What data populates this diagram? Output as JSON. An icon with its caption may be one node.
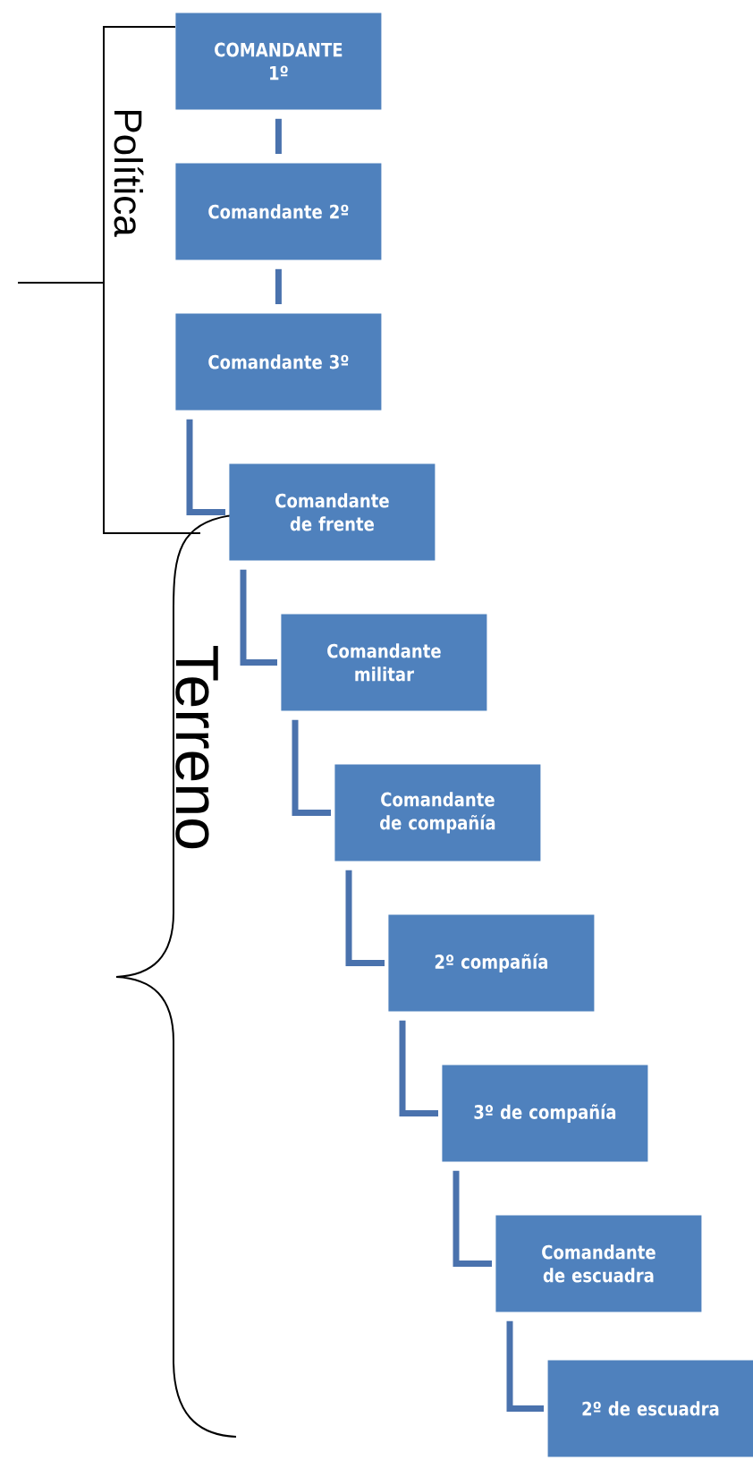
{
  "diagram": {
    "nodes": [
      {
        "text": [
          "COMANDANTE 1º"
        ]
      },
      {
        "text": [
          "Comandante 2º"
        ]
      },
      {
        "text": [
          "Comandante 3º"
        ]
      },
      {
        "text": [
          "Comandante de frente"
        ]
      },
      {
        "text": [
          "Comandante militar"
        ]
      },
      {
        "text": [
          "Comandante de compañía"
        ]
      },
      {
        "text": [
          "2º compañía"
        ]
      },
      {
        "text": [
          "3º de compañía"
        ]
      },
      {
        "text": [
          "Comandante de escuadra"
        ]
      },
      {
        "text": [
          "2º de escuadra"
        ]
      }
    ],
    "edges": [
      {
        "from": 0,
        "to": 1,
        "arrow": "none"
      },
      {
        "from": 1,
        "to": 2,
        "arrow": "none"
      },
      {
        "from": 2,
        "to": 3,
        "arrow": "none"
      },
      {
        "from": 3,
        "to": 4,
        "arrow": "none"
      },
      {
        "from": 4,
        "to": 5,
        "arrow": "none"
      },
      {
        "from": 5,
        "to": 6,
        "arrow": "none"
      },
      {
        "from": 6,
        "to": 7,
        "arrow": "none"
      },
      {
        "from": 7,
        "to": 8,
        "arrow": "none"
      },
      {
        "from": 8,
        "to": 9,
        "arrow": "none"
      }
    ],
    "labels": [
      "Política",
      "Terreno"
    ]
  }
}
